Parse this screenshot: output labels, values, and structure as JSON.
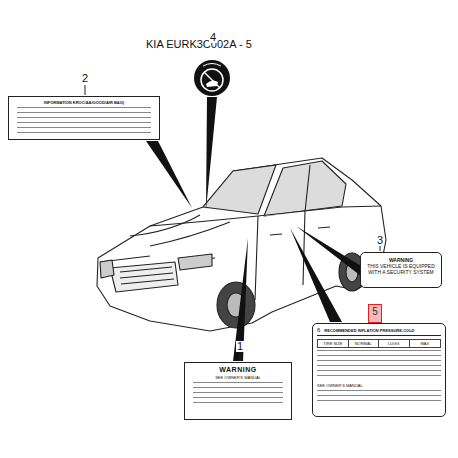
{
  "diagram": {
    "title": "KIA EURK3C002A - 5",
    "nodes": [
      {
        "text": [
          "INFORMATION KROC/AA/GOOD/AIR BAG)"
        ]
      },
      {
        "text": [
          "WARNING",
          "THIS VEHICLE IS EQUIPPED WITH A SECURITY SYSTEM"
        ]
      },
      {
        "text": [
          "WARNING",
          "SEE OWNER'S MANUAL"
        ]
      },
      {
        "text": [
          "6",
          "RECOMMENDED INFLATION PRESSURE-COLD",
          "TIRE SIZE",
          "NORMAL",
          "LUGG",
          "MAX",
          "SEE OWNER'S MANUAL"
        ]
      },
      {
        "text": [
          "5"
        ]
      }
    ],
    "edges": [],
    "labels": [
      "1",
      "2",
      "3",
      "4"
    ]
  }
}
